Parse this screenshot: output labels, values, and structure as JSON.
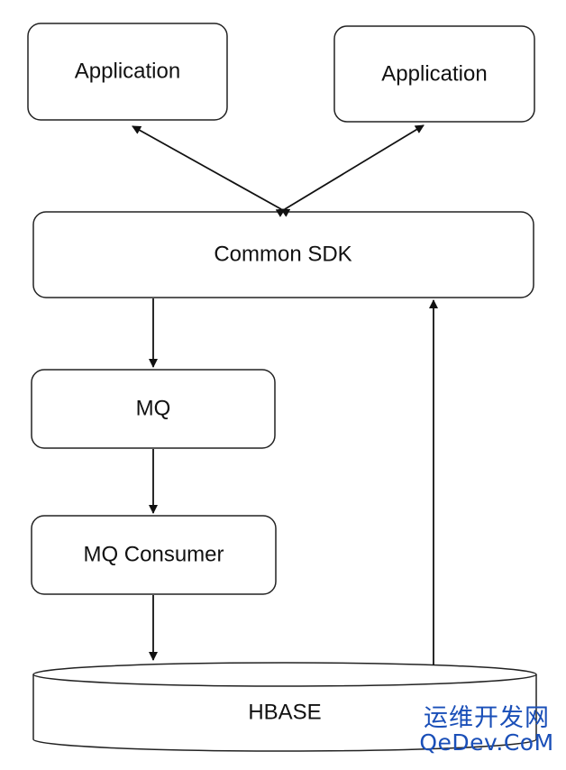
{
  "nodes": {
    "app_left": "Application",
    "app_right": "Application",
    "sdk": "Common SDK",
    "mq": "MQ",
    "consumer": "MQ Consumer",
    "hbase": "HBASE"
  },
  "watermark": {
    "line1": "运维开发网",
    "line2": "QeDev.CoM"
  }
}
